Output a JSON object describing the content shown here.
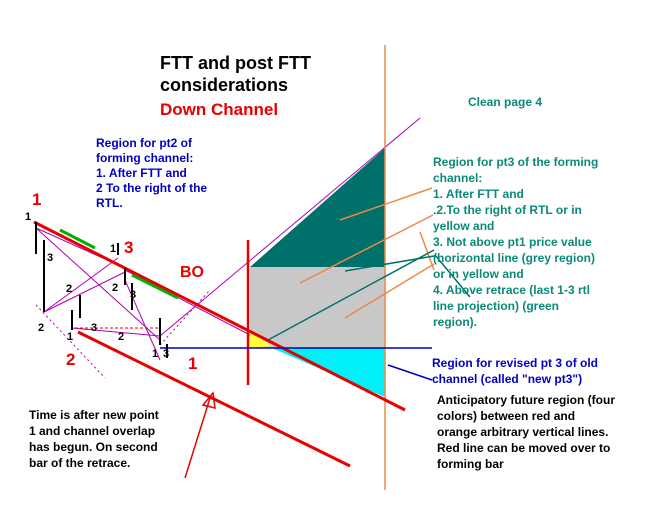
{
  "title": "FTT and post FTT\nconsiderations",
  "subtitle": "Down Channel",
  "page_label": "Clean page 4",
  "notes": {
    "pt2_region": "Region for pt2 of\nforming channel:\n1. After FTT and\n2 To the right of the\nRTL.",
    "pt3_region": "Region for pt3 of the forming\nchannel:\n1. After FTT and\n.2.To the right of RTL or in\nyellow and\n3. Not above pt1 price value\n(horizontal line (grey region)\nor in yellow and\n4. Above retrace (last 1-3 rtl\nline projection) (green\nregion).",
    "revised_pt3": "Region for revised pt 3 of old\nchannel (called \"new pt3\")",
    "anticipatory": "Anticipatory future region (four\ncolors) between red and\norange arbitrary vertical lines.\nRed line can be moved over to\nforming bar",
    "time_note": "Time is after new point\n1 and channel overlap\nhas begun.  On second\nbar of the retrace."
  },
  "labels": {
    "bo": "BO",
    "pt1_left": "1",
    "pt2_left": "2",
    "pt3_mid": "3",
    "pt1_right": "1"
  },
  "bar_labels": [
    "1",
    "3",
    "2",
    "2",
    "1",
    "3",
    "1",
    "2",
    "3",
    "2",
    "1",
    "3"
  ],
  "colors": {
    "red": "#e80000",
    "orange": "#ee8844",
    "teal": "#00706a",
    "grey": "#c8c8c8",
    "cyan": "#00f0f8",
    "yellow": "#ffff40",
    "blue_line": "#0000c0",
    "magenta": "#b000b0",
    "green": "#00b000"
  }
}
